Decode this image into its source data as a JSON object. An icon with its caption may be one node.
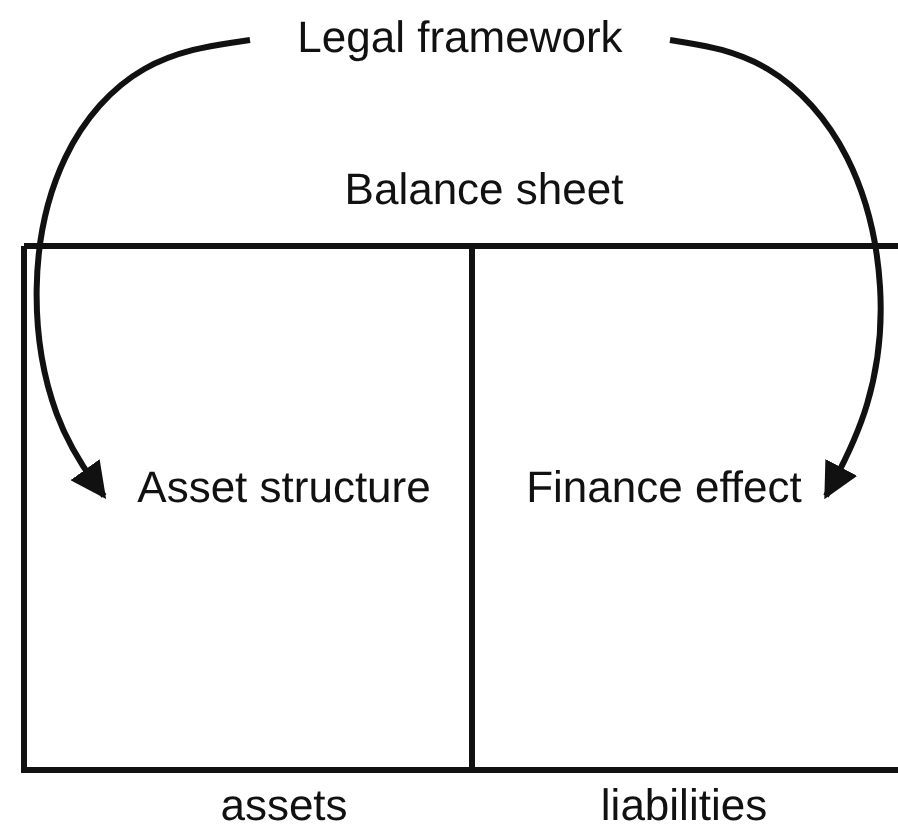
{
  "diagram": {
    "nodes": [
      {
        "text": [
          "Legal framework"
        ]
      },
      {
        "text": [
          "Asset structure"
        ]
      },
      {
        "text": [
          "Finance effect"
        ]
      }
    ],
    "edges": [
      {
        "from": 0,
        "to": 1,
        "arrow": "to"
      },
      {
        "from": 0,
        "to": 2,
        "arrow": "to"
      }
    ],
    "labels": [
      "Balance sheet",
      "assets",
      "liabilities"
    ]
  }
}
